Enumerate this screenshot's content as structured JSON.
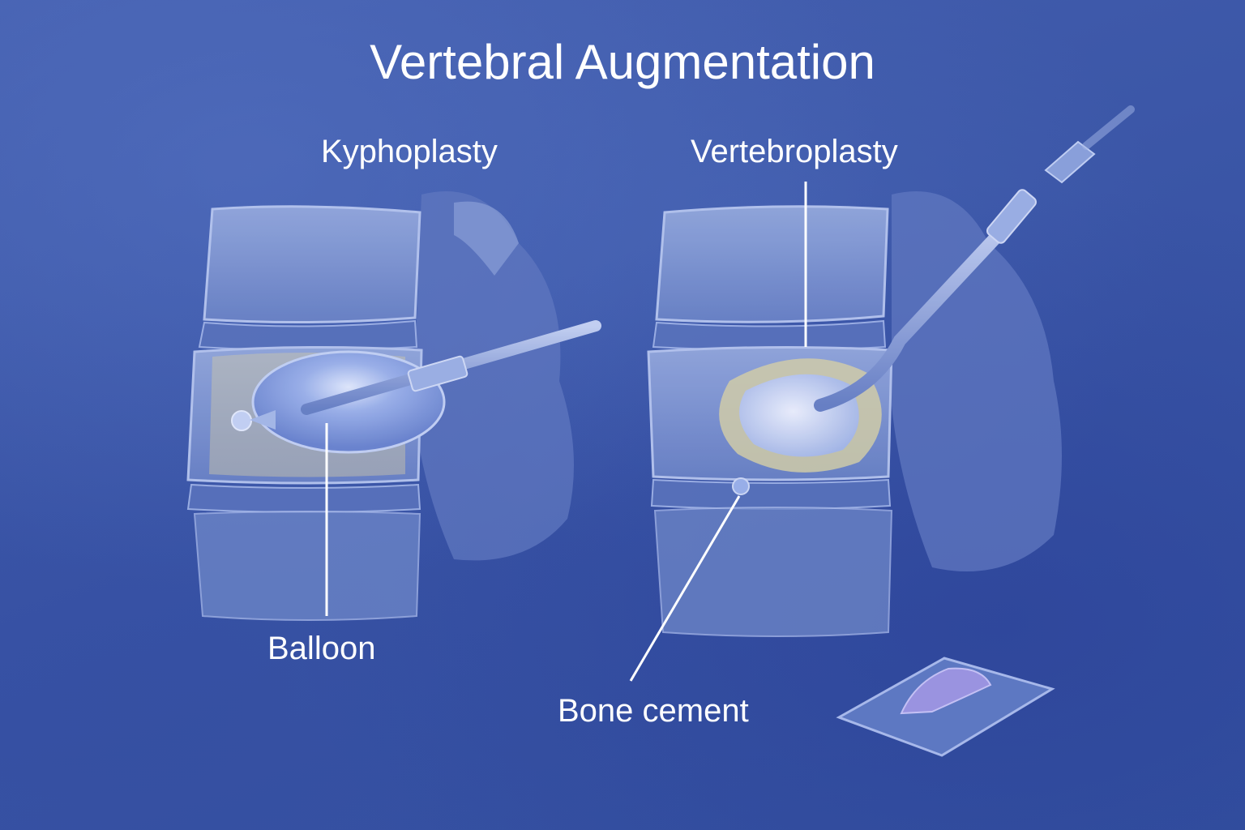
{
  "title": "Vertebral Augmentation",
  "panels": [
    {
      "heading": "Kyphoplasty",
      "callouts": [
        {
          "label": "Balloon"
        }
      ]
    },
    {
      "heading": "Vertebroplasty",
      "callouts": [
        {
          "label": "Bone cement"
        }
      ]
    }
  ],
  "colors": {
    "background": "#3a55a6",
    "bone": "#7f95d2",
    "bone_highlight": "#c6d2f2",
    "fracture_fill": "#d8d2a8",
    "balloon": "#8ea6e6",
    "cement": "#dfe6fb",
    "leader_line": "#ffffff",
    "text": "#ffffff"
  }
}
